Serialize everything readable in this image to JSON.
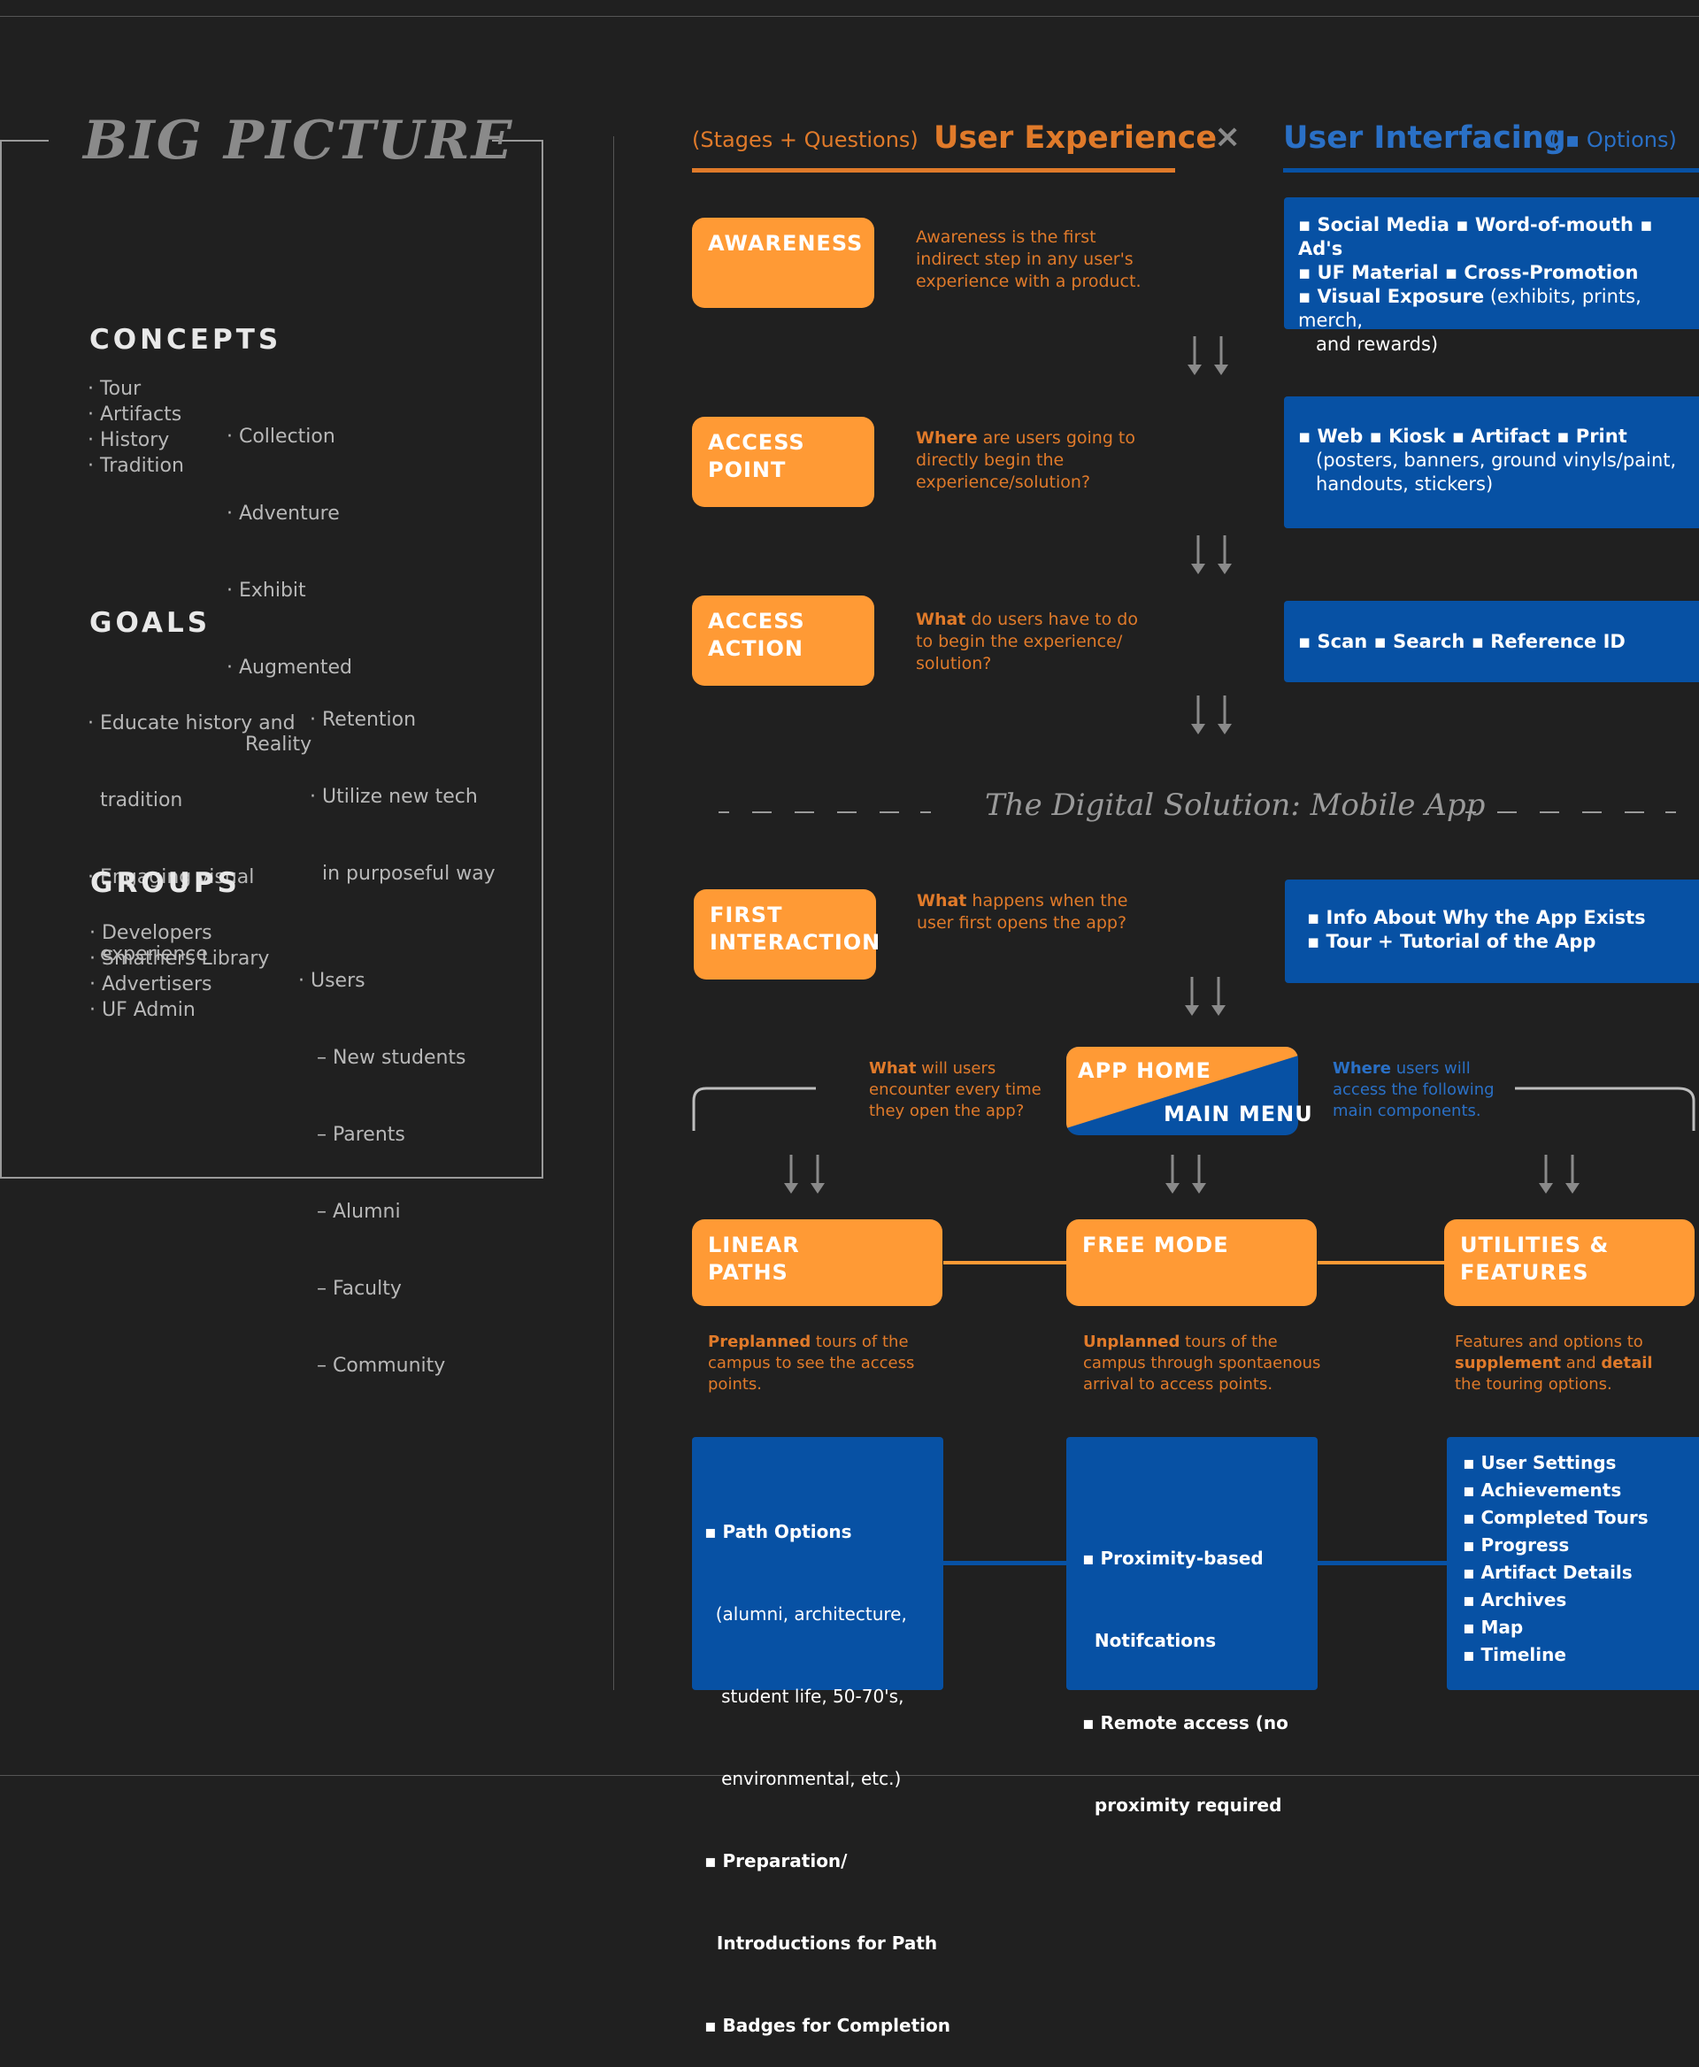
{
  "big_picture": {
    "title": "BIG PICTURE",
    "concepts": {
      "title": "CONCEPTS",
      "col1": [
        "· Tour",
        "· Artifacts",
        "· History",
        "· Tradition"
      ],
      "col2": [
        "· Collection",
        "· Adventure",
        "· Exhibit",
        "· Augmented",
        "   Reality"
      ]
    },
    "goals": {
      "title": "GOALS",
      "col1": [
        "· Educate history and",
        "  tradition",
        "· Engaging visual",
        "  experience"
      ],
      "col2": [
        "· Retention",
        "· Utilize new tech",
        "  in purposeful way"
      ]
    },
    "groups": {
      "title": "GROUPS",
      "col1": [
        "· Developers",
        "· Smathers Library",
        "· Advertisers",
        "· UF Admin"
      ],
      "col2": [
        "· Users",
        "   – New students",
        "   – Parents",
        "   – Alumni",
        "   – Faculty",
        "   – Community"
      ]
    }
  },
  "header": {
    "stages_label": "(Stages + Questions)",
    "ux_title": "User Experience",
    "times": "×",
    "ui_title": "User Interfacing",
    "options_label": "( ▪ Options)"
  },
  "stages": [
    {
      "label": "AWARENESS",
      "q_bold": "",
      "q_rest": "Awareness is the first indirect  step in any user's experience with a product.",
      "options": [
        "▪ Social Media  ▪ Word-of-mouth  ▪ Ad's",
        "▪ UF Material  ▪ Cross-Promotion",
        "▪ Visual Exposure"
      ],
      "options_extra": " (exhibits, prints, merch,",
      "options_extra2": "   and rewards)"
    },
    {
      "label": "ACCESS POINT",
      "q_bold": "Where",
      "q_rest": " are users going to directly begin the experience/solution?",
      "options": [
        "▪ Web  ▪ Kiosk  ▪ Artifact  ▪ Print"
      ],
      "options_extra": "   (posters, banners, ground vinyls/paint,",
      "options_extra2": "   handouts, stickers)"
    },
    {
      "label": "ACCESS ACTION",
      "q_bold": "What",
      "q_rest": " do users have to do to begin the experience/ solution?",
      "options": [
        "▪ Scan  ▪ Search  ▪ Reference ID"
      ]
    }
  ],
  "digital_solution": "The Digital Solution: Mobile App",
  "first_interaction": {
    "label": "FIRST INTERACTION",
    "q_bold": "What",
    "q_rest": " happens when the user first opens the app?",
    "options": [
      "▪ Info About Why the App Exists",
      "▪ Tour + Tutorial of the App"
    ]
  },
  "app_home": {
    "top_label": "APP HOME",
    "bottom_label": "MAIN MENU",
    "left_q_bold": "What",
    "left_q_rest": " will users encounter every time they open the app?",
    "right_q_bold": "Where",
    "right_q_rest": " users will access the following main components."
  },
  "modes": [
    {
      "label": "LINEAR PATHS",
      "d_bold": "Preplanned",
      "d_rest": " tours of the campus to see the access points.",
      "features": [
        "▪ Path Options",
        "  (alumni, architecture,",
        "   student life, 50-70's,",
        "   environmental, etc.)",
        "▪ Preparation/",
        "  Introductions for Path",
        "▪ Badges for Completion"
      ]
    },
    {
      "label": "FREE MODE",
      "d_bold": "Unplanned",
      "d_rest": " tours of the campus through spontaenous arrival to access points.",
      "features": [
        "▪ Proximity-based",
        "  Notifcations",
        "▪ Remote access (no",
        "  proximity required"
      ]
    },
    {
      "label": "UTILITIES & FEATURES",
      "d_pre": "Features and options to ",
      "d_bold": "supplement",
      "d_mid": " and ",
      "d_bold2": "detail",
      "d_rest": " the touring options.",
      "features": [
        "▪ User Settings",
        "▪ Achievements",
        "▪ Completed Tours",
        "▪ Progress",
        "▪ Artifact Details",
        "▪ Archives",
        "▪ Map",
        "▪ Timeline"
      ]
    }
  ],
  "colors": {
    "orange": "#ff9a35",
    "orange_text": "#e07a2a",
    "blue": "#0751a4",
    "blue_text": "#2a70c6",
    "background": "#202020"
  }
}
